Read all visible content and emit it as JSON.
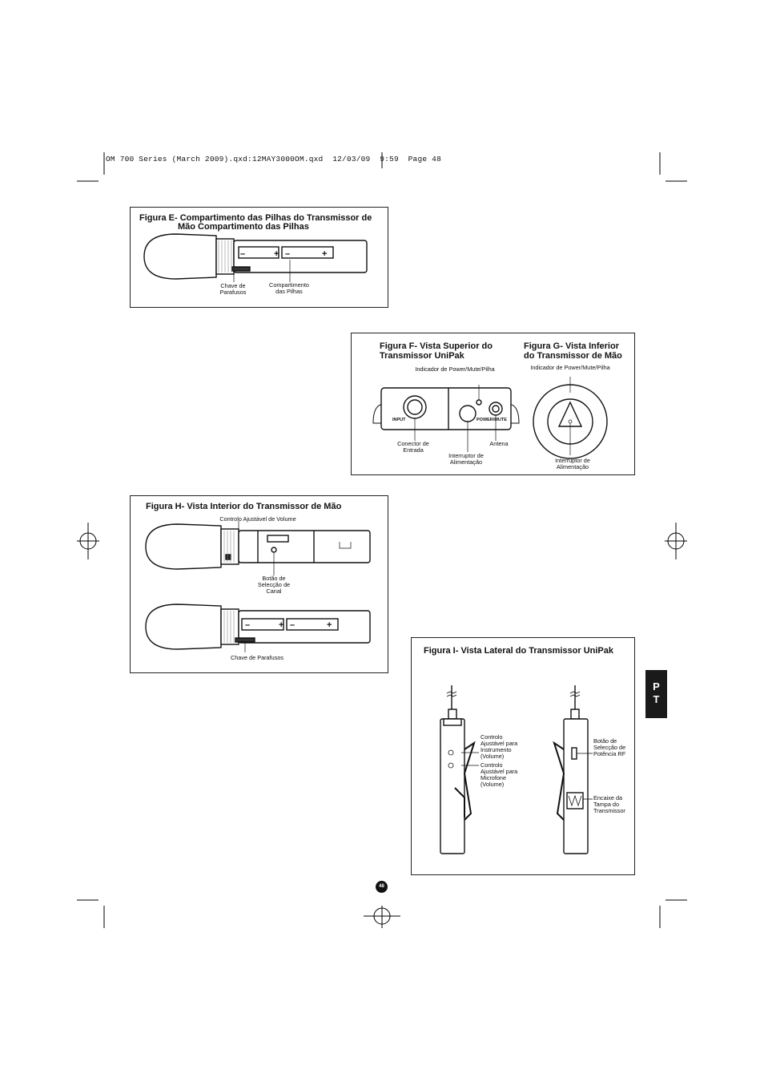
{
  "slug_line": "OM 700 Series (March 2009).qxd:12MAY3000OM.qxd  12/03/09  9:59  Page 48",
  "figure_e": {
    "title_line1": "Figura E- Compartimento das Pilhas do Transmissor de",
    "title_line2": "Mão Compartimento das Pilhas",
    "label_screwdriver": "Chave de\nParafusos",
    "label_battery_compartment": "Compartimento\ndas Pilhas"
  },
  "figure_f": {
    "title": "Figura F- Vista Superior do\nTransmissor UniPak",
    "label_indicator": "Indicador de Power/Mute/Pilha",
    "label_input_connector": "Conector de\nEntrada",
    "label_antenna": "Antena",
    "label_power_switch": "Interruptor de\nAlimentação",
    "panel_input": "INPUT",
    "panel_power_mute": "POWER/MUTE"
  },
  "figure_g": {
    "title": "Figura G- Vista Inferior\ndo Transmissor de Mão",
    "label_indicator": "Indicador de Power/Mute/Pilha",
    "label_power_switch": "Interruptor de\nAlimentação"
  },
  "figure_h": {
    "title": "Figura H- Vista Interior do Transmissor de Mão",
    "label_volume": "Controlo Ajustável de Volume",
    "label_channel": "Botão de\nSelecção de\nCanal",
    "label_screwdriver": "Chave de Parafusos"
  },
  "figure_i": {
    "title": "Figura I- Vista Lateral do Transmissor UniPak",
    "label_instrument": "Controlo\nAjustável para\nInstrumento\n(Volume)",
    "label_microphone": "Controlo\nAjustável para\nMicrofone\n(Volume)",
    "label_rf_power": "Botão de\nSelecção de\nPotência RF",
    "label_cover_latch": "Encaixe da\nTampa do\nTransmissor"
  },
  "side_tab": "P\nT",
  "page_number": "48"
}
